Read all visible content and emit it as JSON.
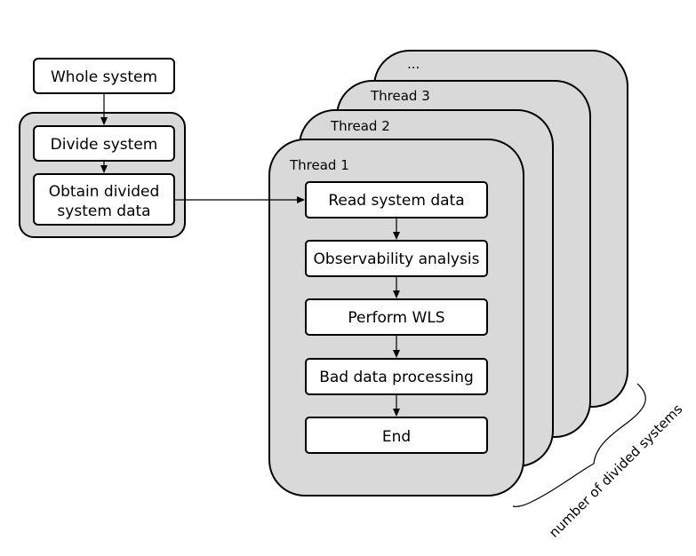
{
  "left": {
    "whole_system": "Whole system",
    "divide_system": "Divide system",
    "obtain_line1": "Obtain divided",
    "obtain_line2": "system data"
  },
  "threads": {
    "more": "...",
    "thread3": "Thread 3",
    "thread2": "Thread 2",
    "thread1": "Thread 1"
  },
  "steps": [
    "Read system data",
    "Observability analysis",
    "Perform WLS",
    "Bad data processing",
    "End"
  ],
  "brace_label": "number of divided systems"
}
